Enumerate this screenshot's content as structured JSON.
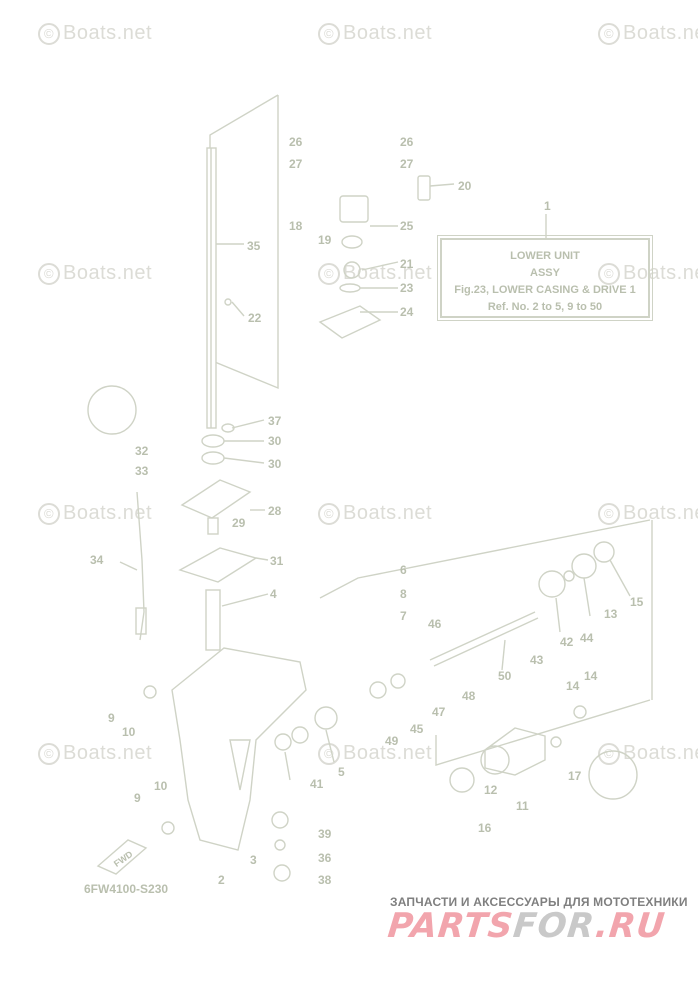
{
  "watermark": "Boats.net",
  "caption": {
    "number": "1",
    "line1": "LOWER UNIT",
    "line2": "ASSY",
    "line3": "Fig.23, LOWER CASING & DRIVE 1",
    "line4": "Ref. No. 2 to 5, 9 to 50"
  },
  "diagram_code": "6FW4100-S230",
  "fwd_label": "FWD",
  "brand": {
    "tagline": "ЗАПЧАСТИ И АКСЕССУАРЫ ДЛЯ МОТОТЕХНИКИ",
    "logo_a": "PARTS",
    "logo_b": "FOR",
    "logo_c": ".RU"
  },
  "part_labels": [
    "26",
    "26",
    "27",
    "27",
    "20",
    "18",
    "25",
    "19",
    "35",
    "21",
    "23",
    "22",
    "24",
    "37",
    "30",
    "32",
    "30",
    "33",
    "28",
    "29",
    "34",
    "31",
    "4",
    "6",
    "8",
    "7",
    "46",
    "9",
    "10",
    "50",
    "48",
    "47",
    "45",
    "49",
    "5",
    "41",
    "44",
    "14",
    "14",
    "17",
    "12",
    "11",
    "16",
    "9",
    "10",
    "39",
    "3",
    "36",
    "38",
    "2",
    "42",
    "43",
    "13",
    "15"
  ],
  "colors": {
    "line": "#cfd3c6",
    "text": "#b9bfae",
    "watermark": "#dcdcd6",
    "brand_pink": "#f2a5ad"
  }
}
